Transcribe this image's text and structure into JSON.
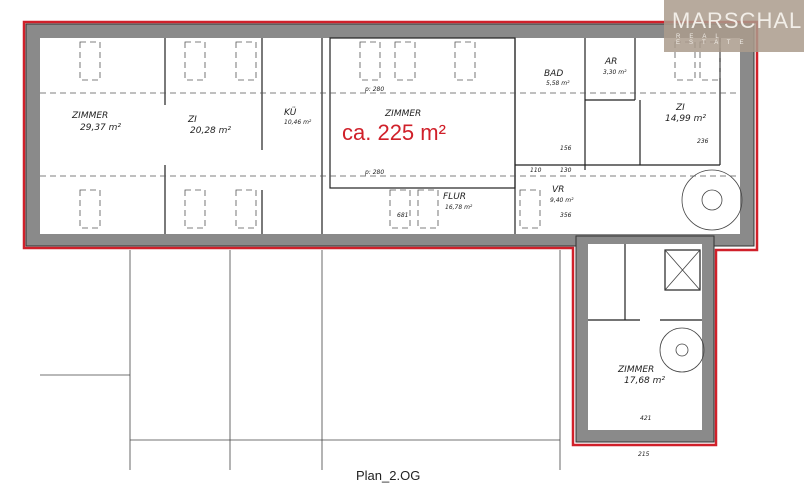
{
  "plan": {
    "total_area": "ca. 225 m²",
    "caption": "Plan_2.OG",
    "outline_color": "#d0202a",
    "rooms": [
      {
        "name": "ZIMMER",
        "area": "29,37 m²"
      },
      {
        "name": "ZI",
        "area": "20,28 m²"
      },
      {
        "name": "KÜ",
        "area": "10,46 m²"
      },
      {
        "name": "ZIMMER",
        "area": ""
      },
      {
        "name": "BAD",
        "area": "5,58 m²"
      },
      {
        "name": "AR",
        "area": "3,30 m²"
      },
      {
        "name": "ZI",
        "area": "14,99 m²"
      },
      {
        "name": "FLUR",
        "area": "16,78 m²"
      },
      {
        "name": "VR",
        "area": "9,40 m²"
      },
      {
        "name": "ZIMMER",
        "area": "17,68 m²"
      }
    ],
    "dimensions": [
      "p: 280",
      "p: 280",
      "681",
      "156",
      "110",
      "130",
      "356",
      "236",
      "421",
      "215"
    ]
  },
  "logo": {
    "name": "MARSCHALL",
    "sub": "REAL ESTATE"
  }
}
